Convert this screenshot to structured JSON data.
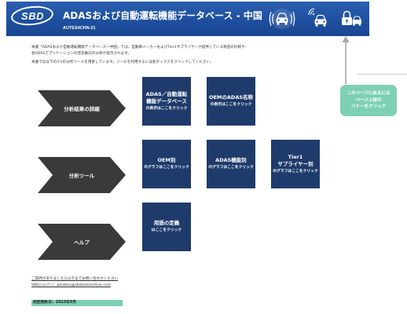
{
  "banner": {
    "logo": "SBD",
    "title": "ADASおよび自動運転機能データベース - 中国",
    "code": "AUTES4CHN-21",
    "icons": [
      "car-radar-icon",
      "connected-car-icon",
      "car-lock-icon"
    ]
  },
  "intro": {
    "lines": [
      "本書「ADASおよび自動運転機能データベース一中国」では、自動車メーカーおよびTier1サプライヤーが提供している製品の比較や、",
      "各ADASアプリケーションの普及動向の分析が提示されます。",
      "本書では以下の3つの分析ツールを用意しています。ツールを利用するには各ボックスをクリックしてください。"
    ]
  },
  "sections": [
    {
      "label": "分析結果の詳細",
      "tiles": [
        {
          "title": [
            "ADAS／自動運転",
            "機能データベース"
          ],
          "sub": "の表示はここをクリック"
        },
        {
          "title": [
            "OEMのADAS名称"
          ],
          "sub": "の表示はここをクリック"
        }
      ]
    },
    {
      "label": "分析ツール",
      "tiles": [
        {
          "title": [
            "OEM別"
          ],
          "sub": "のグラフはここをクリック"
        },
        {
          "title": [
            "ADAS機能別"
          ],
          "sub": "のグラフはここをクリック"
        },
        {
          "title": [
            "Tier1",
            "サプライヤー別"
          ],
          "sub": "のグラフはここをクリック"
        }
      ]
    },
    {
      "label": "ヘルプ",
      "tiles": [
        {
          "title": [
            "用語の定義"
          ],
          "sub": "はここをクリック"
        }
      ]
    }
  ],
  "callout": {
    "lines": [
      "このページに戻るには",
      "ページ上部の",
      "バナーをクリック"
    ]
  },
  "contact": {
    "note": "ご質問がありましたら以下までお問い合わせください",
    "email_label": "SBDジャパン：postbox@sbdautomotive.com"
  },
  "updated": "前回更新日：2023年9月",
  "colors": {
    "banner": "#1e4f9f",
    "tile": "#1f3b6b",
    "chevron": "#3a3a3a",
    "accent": "#7dd0b3"
  }
}
